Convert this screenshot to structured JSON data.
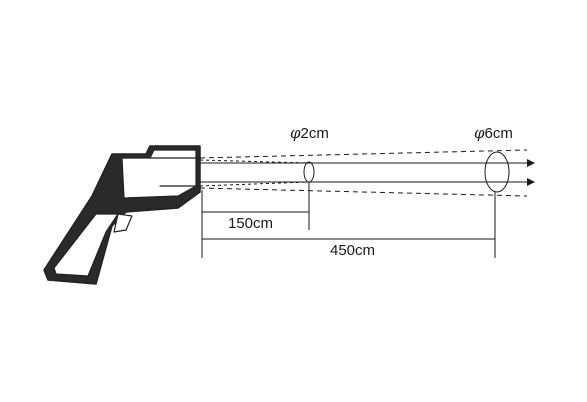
{
  "labels": {
    "spot_near_symbol": "φ",
    "spot_near_value": "2cm",
    "spot_far_symbol": "φ",
    "spot_far_value": "6cm",
    "distance_near": "150cm",
    "distance_far": "450cm"
  },
  "colors": {
    "line": "#1a1a1a",
    "device_body": "#222222",
    "device_fill": "#ffffff"
  }
}
